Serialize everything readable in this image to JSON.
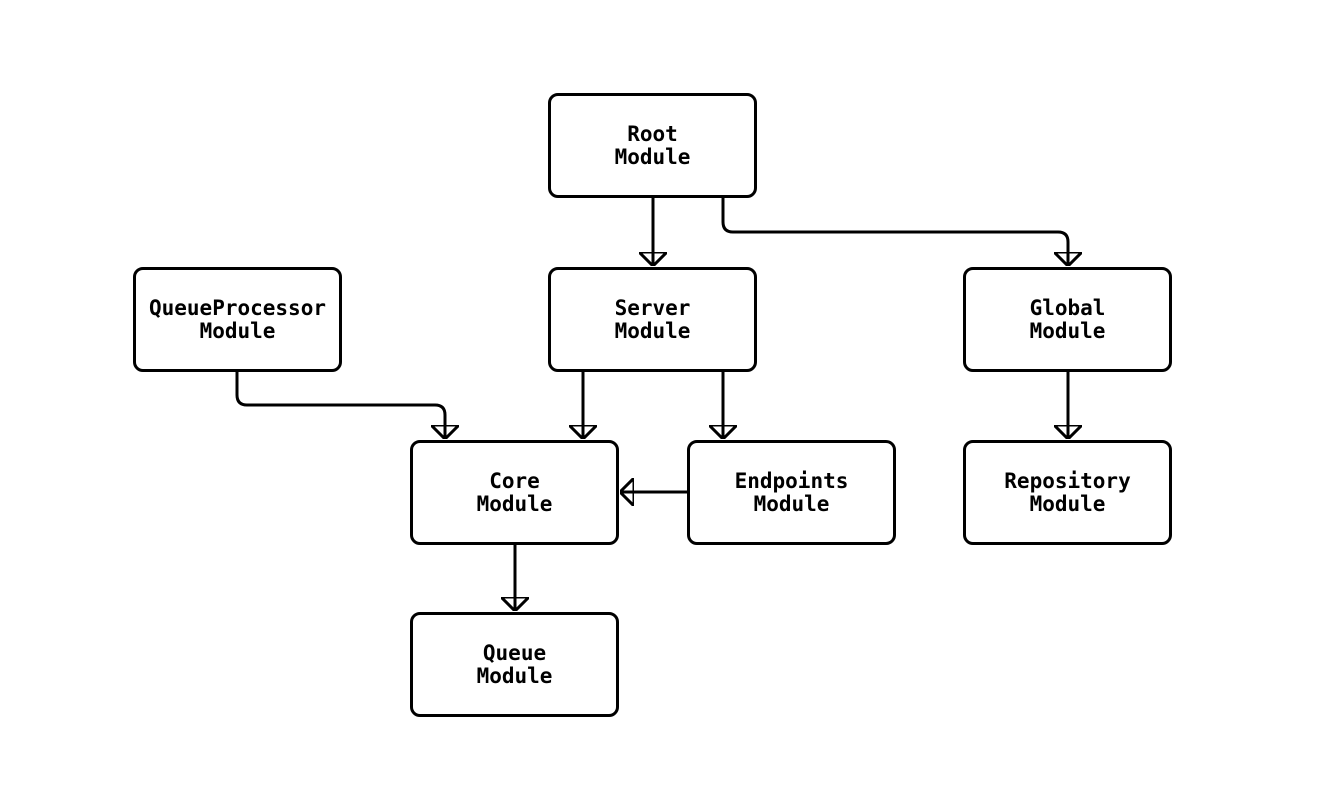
{
  "diagram": {
    "background_color": "#ffffff",
    "stroke_color": "#000000",
    "nodes": {
      "root": {
        "line1": "Root",
        "line2": "Module"
      },
      "queue_processor": {
        "line1": "QueueProcessor",
        "line2": "Module"
      },
      "server": {
        "line1": "Server",
        "line2": "Module"
      },
      "global": {
        "line1": "Global",
        "line2": "Module"
      },
      "core": {
        "line1": "Core",
        "line2": "Module"
      },
      "endpoints": {
        "line1": "Endpoints",
        "line2": "Module"
      },
      "repository": {
        "line1": "Repository",
        "line2": "Module"
      },
      "queue": {
        "line1": "Queue",
        "line2": "Module"
      }
    },
    "edges": [
      {
        "from": "Root Module",
        "to": "Server Module"
      },
      {
        "from": "Root Module",
        "to": "Global Module"
      },
      {
        "from": "QueueProcessor Module",
        "to": "Core Module"
      },
      {
        "from": "Server Module",
        "to": "Core Module"
      },
      {
        "from": "Server Module",
        "to": "Endpoints Module"
      },
      {
        "from": "Endpoints Module",
        "to": "Core Module"
      },
      {
        "from": "Core Module",
        "to": "Queue Module"
      },
      {
        "from": "Global Module",
        "to": "Repository Module"
      }
    ]
  }
}
